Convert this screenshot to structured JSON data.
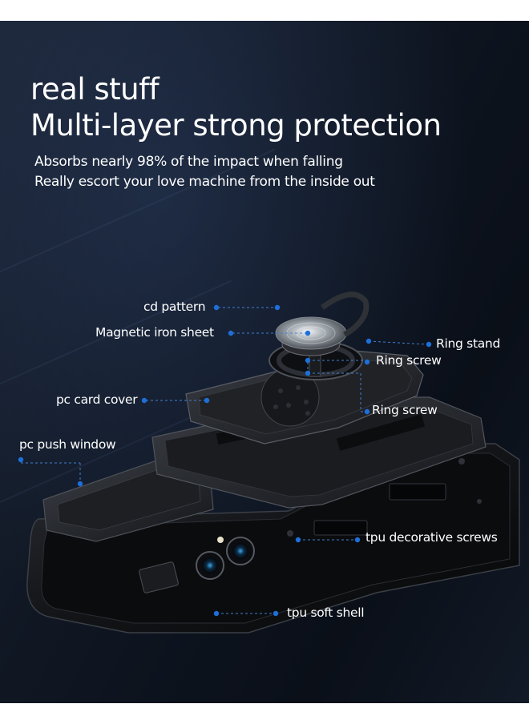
{
  "headline": {
    "line1": "real stuff",
    "line2": "Multi-layer strong protection"
  },
  "subtext": {
    "line1": "Absorbs nearly 98% of the impact when falling",
    "line2": "Really escort your love machine from the inside out"
  },
  "callouts": {
    "cd_pattern": "cd pattern",
    "magnetic_iron_sheet": "Magnetic iron sheet",
    "ring_stand": "Ring stand",
    "ring_screw_1": "Ring screw",
    "pc_card_cover": "pc card cover",
    "ring_screw_2": "Ring screw",
    "pc_push_window": "pc push window",
    "tpu_decorative_screws": "tpu decorative screws",
    "tpu_soft_shell": "tpu soft shell"
  },
  "colors": {
    "background": "#0f1520",
    "text": "#ffffff",
    "accent": "#1e6fd9"
  }
}
